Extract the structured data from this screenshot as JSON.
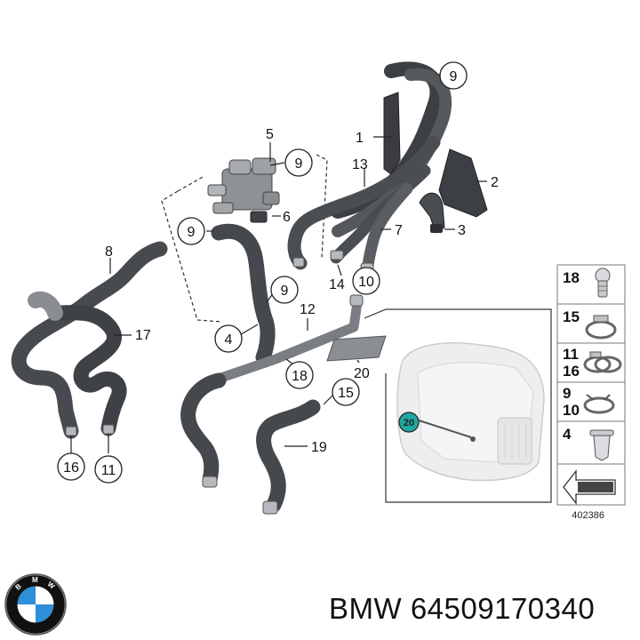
{
  "part_number_label": "BMW 64509170340",
  "diagram_ref": "402386",
  "brand_logo": {
    "name": "bmw-roundel",
    "letters": "BMW",
    "colors": {
      "blue": "#2f8fd8",
      "ring": "#111111"
    }
  },
  "callouts": {
    "c1": "1",
    "c2": "2",
    "c3": "3",
    "c4": "4",
    "c5": "5",
    "c6": "6",
    "c7": "7",
    "c8": "8",
    "c9a": "9",
    "c9b": "9",
    "c9c": "9",
    "c9d": "9",
    "c10": "10",
    "c11": "11",
    "c12": "12",
    "c13": "13",
    "c14": "14",
    "c15": "15",
    "c16": "16",
    "c17": "17",
    "c18": "18",
    "c19": "19",
    "c20": "20",
    "c20inset": "20"
  },
  "legend": [
    {
      "label": "18",
      "icon": "clip-rivet-icon"
    },
    {
      "label": "15",
      "icon": "hose-clamp-icon"
    },
    {
      "label": "11\n16",
      "icon": "hose-clamp-pair-icon"
    },
    {
      "label": "9\n10",
      "icon": "spring-clamp-icon"
    },
    {
      "label": "4",
      "icon": "expanding-rivet-icon"
    },
    {
      "label": "",
      "icon": "direction-arrow-icon"
    }
  ],
  "colors": {
    "hose": "#4a4d52",
    "hose_dark": "#2c2e31",
    "hose_light": "#6d7075",
    "accent": "#1fa7a0"
  }
}
